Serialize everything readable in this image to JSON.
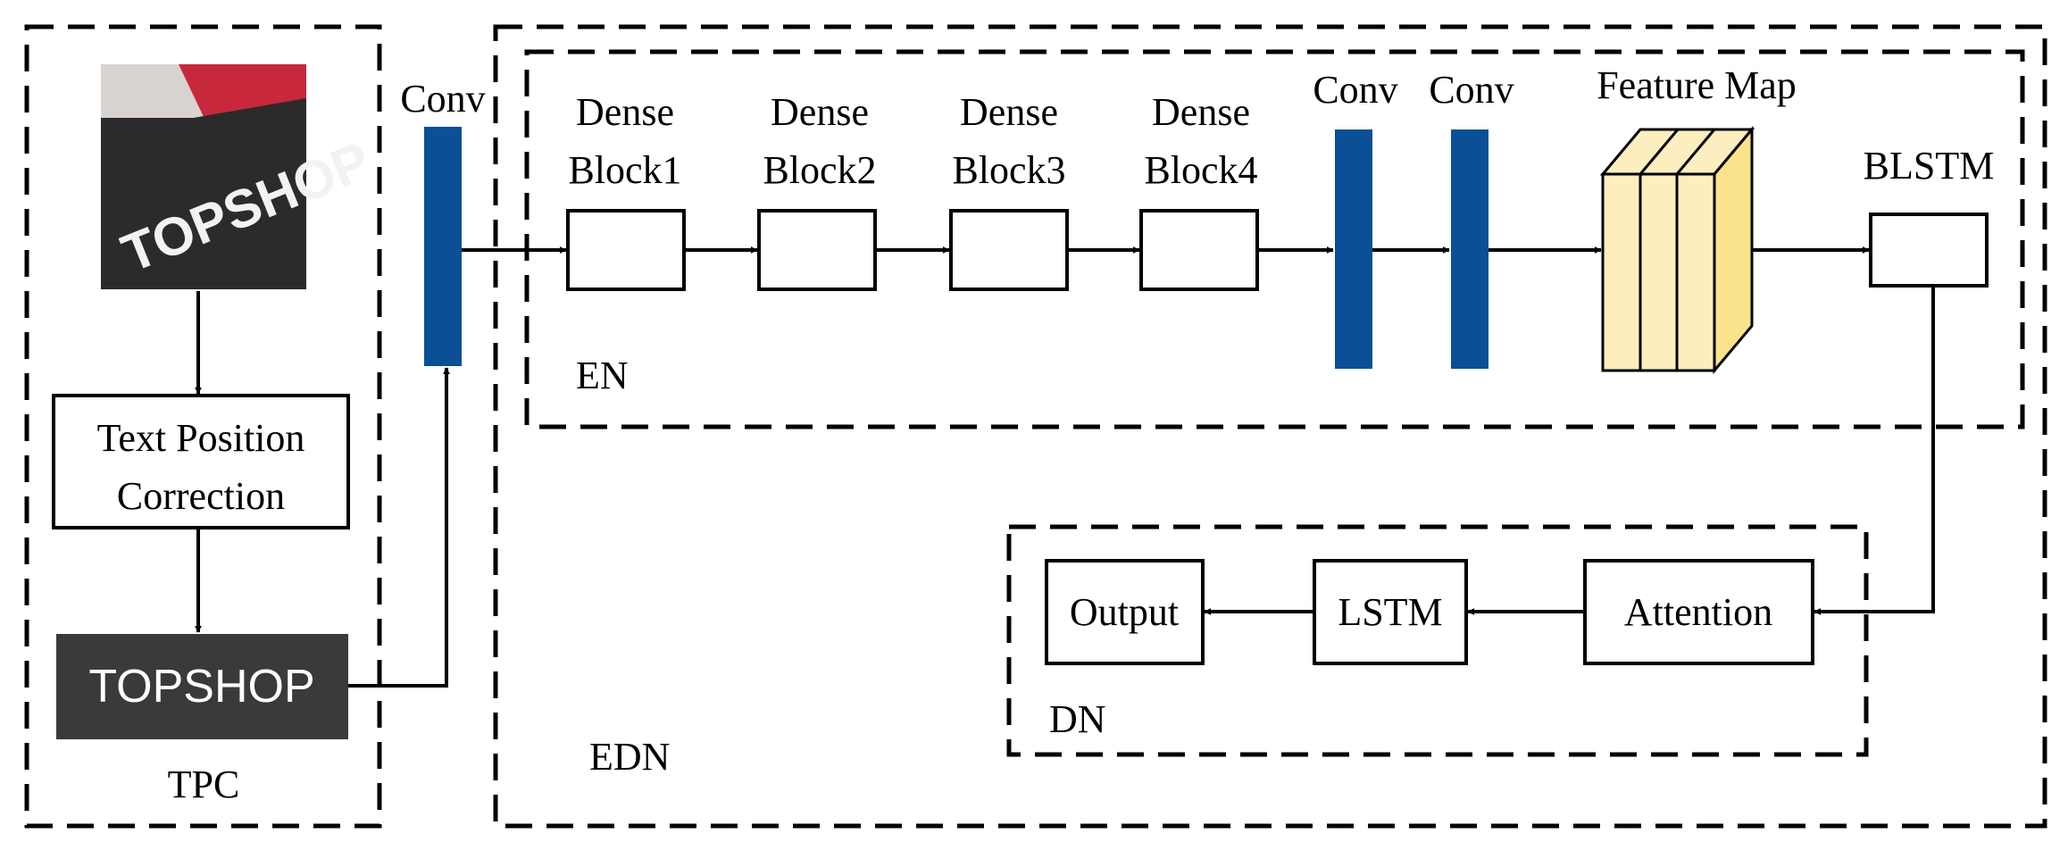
{
  "colors": {
    "conv_bar": "#0b4f96",
    "dark_text_box": "#3a3a3a",
    "dark_text_box_fg": "#ffffff",
    "feature_map_fill": "#fdeec0",
    "feature_map_side": "#fbe38c",
    "sign_background": "#2b2b2b",
    "sign_accent": "#c8283c"
  },
  "regions": {
    "tpc_label": "TPC",
    "edn_label": "EDN",
    "en_label": "EN",
    "dn_label": "DN"
  },
  "tpc": {
    "input_image_text": "TOPSHOP",
    "correction_line1": "Text Position",
    "correction_line2": "Correction",
    "corrected_text": "TOPSHOP"
  },
  "encoder": {
    "conv_first": "Conv",
    "blocks": [
      {
        "line1": "Dense",
        "line2": "Block1"
      },
      {
        "line1": "Dense",
        "line2": "Block2"
      },
      {
        "line1": "Dense",
        "line2": "Block3"
      },
      {
        "line1": "Dense",
        "line2": "Block4"
      }
    ],
    "conv_a": "Conv",
    "conv_b": "Conv",
    "feature_map": "Feature Map",
    "blstm": "BLSTM"
  },
  "decoder": {
    "attention": "Attention",
    "lstm": "LSTM",
    "output": "Output"
  }
}
